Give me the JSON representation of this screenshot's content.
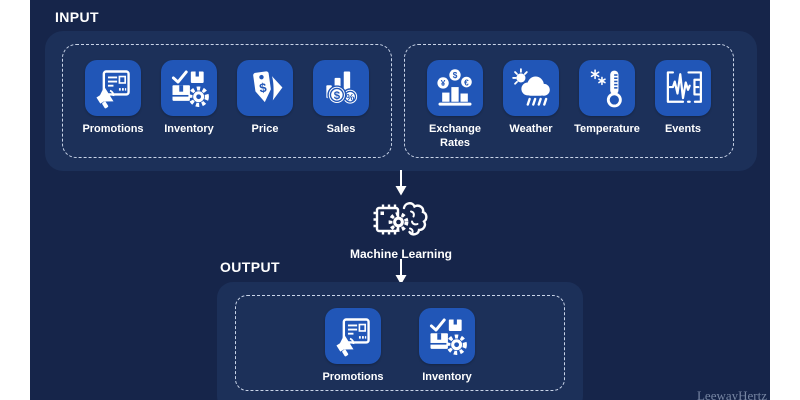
{
  "input": {
    "title": "INPUT",
    "groups": [
      {
        "name": "internal-data",
        "items": [
          {
            "label": "Promotions",
            "icon": "promotions"
          },
          {
            "label": "Inventory",
            "icon": "inventory"
          },
          {
            "label": "Price",
            "icon": "price"
          },
          {
            "label": "Sales",
            "icon": "sales"
          }
        ]
      },
      {
        "name": "external-data",
        "items": [
          {
            "label": "Exchange Rates",
            "icon": "exchange-rates"
          },
          {
            "label": "Weather",
            "icon": "weather"
          },
          {
            "label": "Temperature",
            "icon": "temperature"
          },
          {
            "label": "Events",
            "icon": "events"
          }
        ]
      }
    ]
  },
  "processor": {
    "label": "Machine Learning",
    "icon": "machine-learning"
  },
  "output": {
    "title": "OUTPUT",
    "items": [
      {
        "label": "Promotions",
        "icon": "promotions"
      },
      {
        "label": "Inventory",
        "icon": "inventory"
      }
    ]
  },
  "watermark": "LeewayHertz",
  "colors": {
    "background": "#16254A",
    "panel": "#1C3059",
    "tile": "#2156B7",
    "dashed_border": "#C9D4E8",
    "text": "#FFFFFF",
    "watermark": "#8E9DB9"
  }
}
